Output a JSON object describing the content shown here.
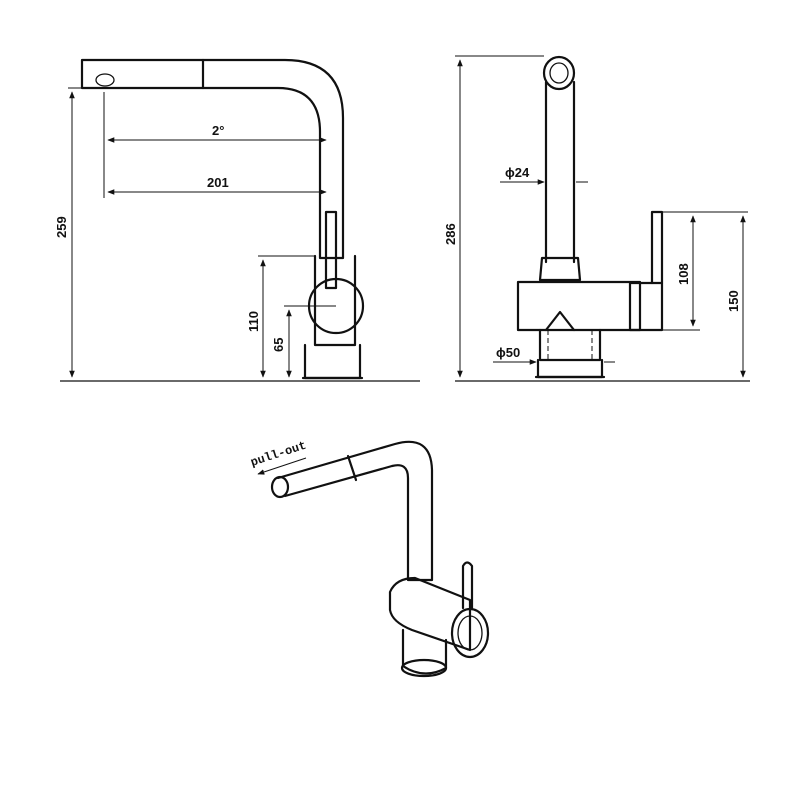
{
  "side_view": {
    "angle_label": "2°",
    "reach_label": "201",
    "total_height_label": "259",
    "handle_height_label": "110",
    "body_height_label": "65"
  },
  "front_view": {
    "spout_diameter_label": "ϕ24",
    "base_diameter_label": "ϕ50",
    "total_height_label": "286",
    "lever_length_label": "108",
    "lever_height_label": "150"
  },
  "perspective_view": {
    "pull_out_label": "pull-out"
  }
}
